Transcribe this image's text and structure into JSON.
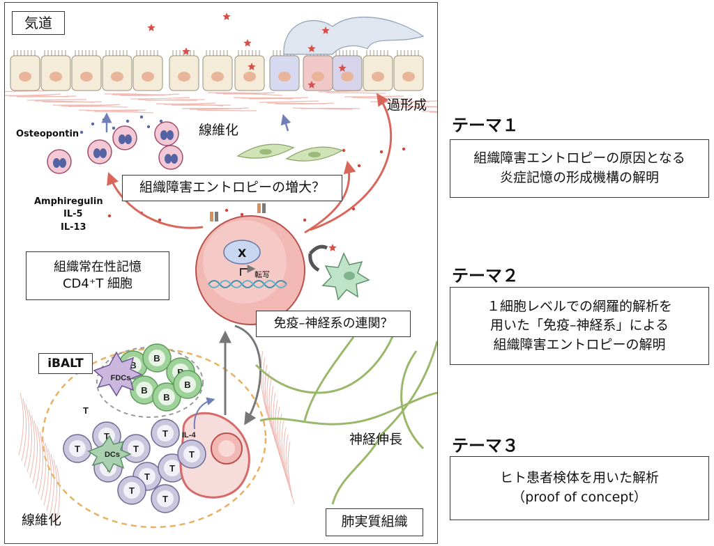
{
  "panel": {
    "airway": "気道",
    "hyperplasia": "過形成",
    "fibrosis_top": "線維化",
    "osteopontin": "Osteopontin",
    "cytokines": [
      "Amphiregulin",
      "IL-5",
      "IL-13"
    ],
    "entropy_question": "組織障害エントロピーの増大？",
    "trm_cell": "組織常在性記憶\nCD4⁺T 細胞",
    "x_label": "X",
    "transcription": "転写",
    "neuro_question": "免疫–神経系の連関？",
    "ibalt": "iBALT",
    "fdcs": "FDCs",
    "dcs": "DCs",
    "b": "B",
    "t": "T",
    "il4": "IL-4",
    "nerve_extension": "神経伸長",
    "fibrosis_bottom": "線維化",
    "lung_parenchyma": "肺実質組織"
  },
  "themes": [
    {
      "title": "テーマ１",
      "text": "組織障害エントロピーの原因となる\n炎症記憶の形成機構の解明"
    },
    {
      "title": "テーマ２",
      "text": "１細胞レベルでの網羅的解析を\n用いた「免疫–神経系」による\n組織障害エントロピーの解明"
    },
    {
      "title": "テーマ３",
      "text": "ヒト患者検体を用いた解析\n（proof of concept）"
    }
  ],
  "colors": {
    "epithelium": "#f4ecd8",
    "nucleus": "#e8b49a",
    "fiber": "#f1b7b1",
    "red_arrow": "#d9665b",
    "b_cell": "#9fd19b",
    "t_cell": "#c9c6de",
    "nerve": "#99b86a",
    "ibalt_border": "#e8b060",
    "trm_fill": "#e48a8a"
  }
}
